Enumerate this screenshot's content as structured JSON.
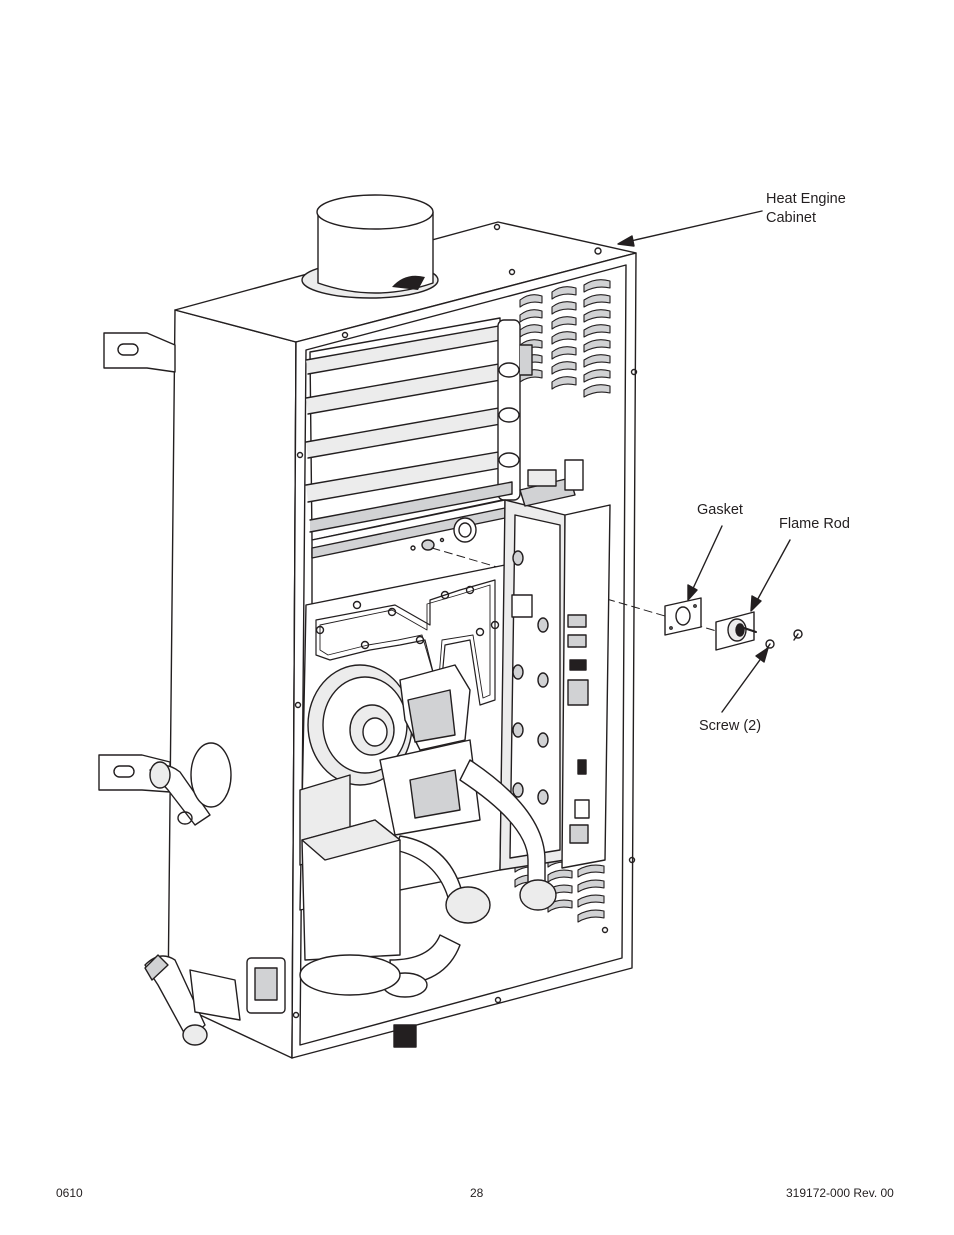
{
  "labels": {
    "heat_engine_cabinet": [
      "Heat Engine",
      "Cabinet"
    ],
    "gasket": "Gasket",
    "flame_rod": "Flame Rod",
    "screw": "Screw (2)"
  },
  "footer": {
    "left": "0610",
    "center": "28",
    "right": "319172-000 Rev. 00"
  },
  "colors": {
    "line": "#231f20",
    "shade": "#d1d2d4",
    "light": "#ececec"
  }
}
